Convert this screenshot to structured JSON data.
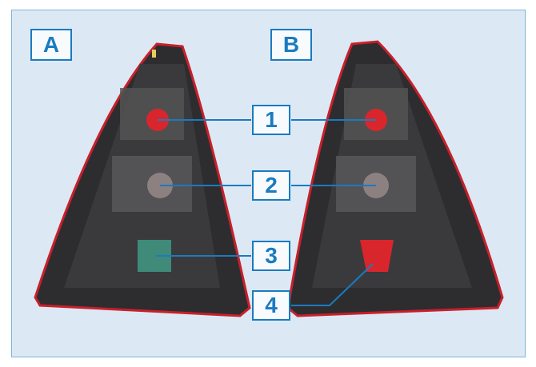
{
  "panels": {
    "left": "A",
    "right": "B"
  },
  "callouts": [
    "1",
    "2",
    "3",
    "4"
  ],
  "colors": {
    "accent": "#1a7bbf",
    "background": "#dce9f5",
    "lamp_body": "#2e2e30",
    "lamp_edge": "#c8202a"
  }
}
